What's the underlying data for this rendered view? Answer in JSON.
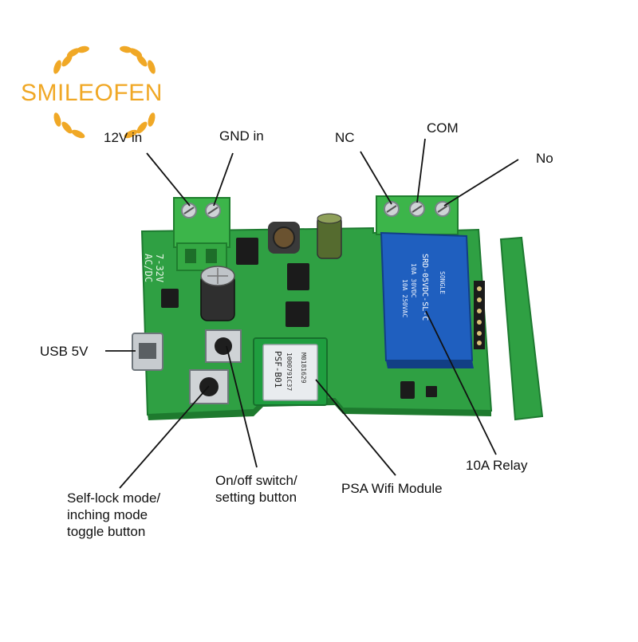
{
  "brand": {
    "name": "SMILEOFEN",
    "color": "#f0a826"
  },
  "labels": {
    "v12_in": "12V in",
    "gnd_in": "GND in",
    "nc": "NC",
    "com": "COM",
    "no": "No",
    "usb_5v": "USB 5V",
    "relay_10a": "10A Relay",
    "psa_wifi": "PSA Wifi Module",
    "onoff_line1": "On/off switch/",
    "onoff_line2": "setting button",
    "selflock_line1": "Self-lock mode/",
    "selflock_line2": "inching mode",
    "selflock_line3": "toggle button"
  },
  "board_markings": {
    "acdc": "AC/DC",
    "voltage": "7-32V",
    "relay_model": "SRD-05VDC-SL-C",
    "relay_rating1": "10A 250VAC",
    "relay_rating2": "10A 30VDC",
    "relay_brand": "SONGLE",
    "module_name": "PSF-B01",
    "module_code1": "1000791C37",
    "module_code2": "M0181629"
  },
  "colors": {
    "pcb": "#2fa043",
    "terminal": "#3cb54a",
    "relay": "#1f5fbf",
    "leader": "#111111"
  }
}
